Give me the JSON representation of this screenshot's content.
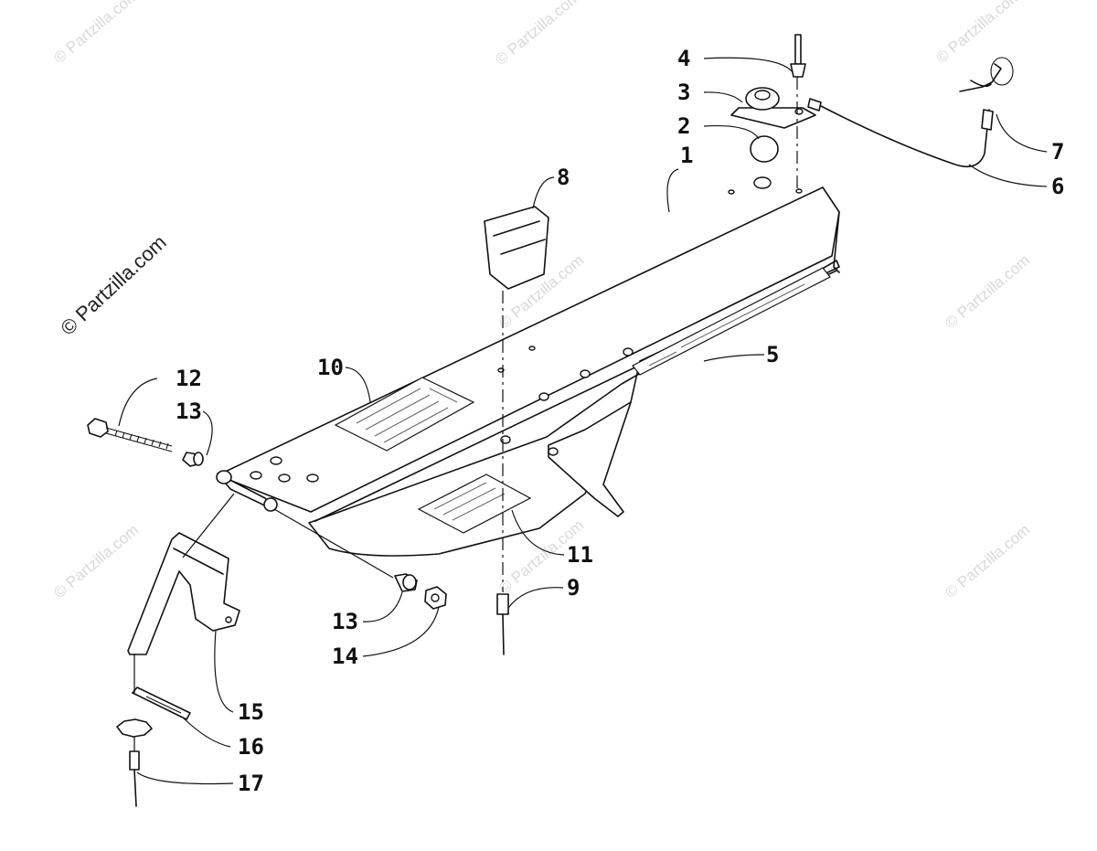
{
  "diagram": {
    "credit": "© Partzilla.com",
    "watermark": "© Partzilla.com",
    "callouts": {
      "c1": "1",
      "c2": "2",
      "c3": "3",
      "c4": "4",
      "c5": "5",
      "c6": "6",
      "c7": "7",
      "c8": "8",
      "c9": "9",
      "c10": "10",
      "c11": "11",
      "c12": "12",
      "c13a": "13",
      "c13b": "13",
      "c14": "14",
      "c15": "15",
      "c16": "16",
      "c17": "17"
    }
  }
}
